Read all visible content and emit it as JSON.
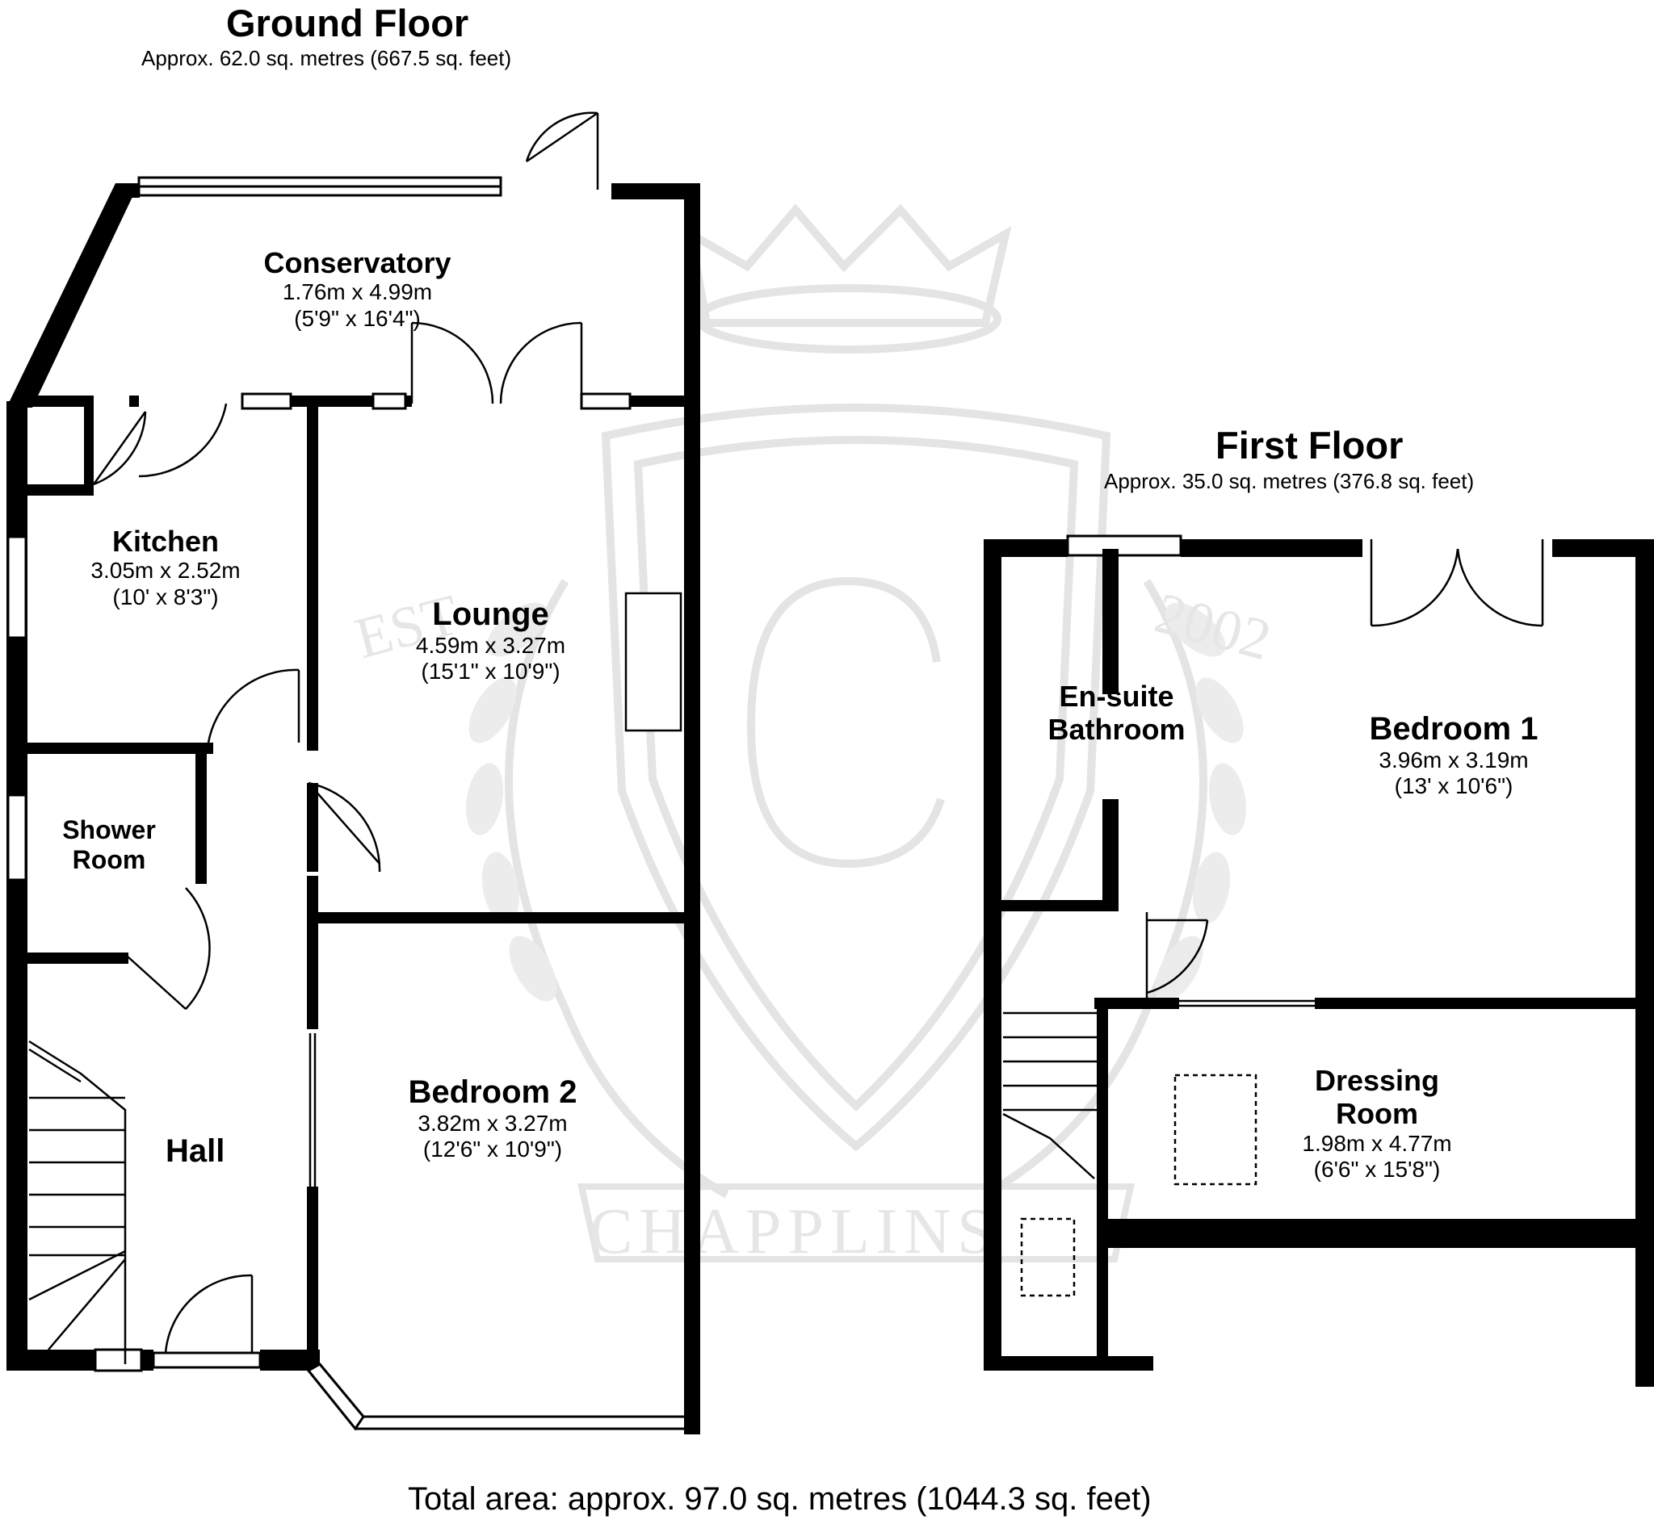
{
  "ground_floor": {
    "title": "Ground Floor",
    "area": "Approx. 62.0 sq. metres (667.5 sq. feet)",
    "rooms": {
      "conservatory": {
        "name": "Conservatory",
        "dim_m": "1.76m x 4.99m",
        "dim_ft": "(5'9\" x 16'4\")"
      },
      "kitchen": {
        "name": "Kitchen",
        "dim_m": "3.05m x 2.52m",
        "dim_ft": "(10' x 8'3\")"
      },
      "lounge": {
        "name": "Lounge",
        "dim_m": "4.59m x 3.27m",
        "dim_ft": "(15'1\" x 10'9\")"
      },
      "shower_room": {
        "name_line1": "Shower",
        "name_line2": "Room"
      },
      "hall": {
        "name": "Hall"
      },
      "bedroom2": {
        "name": "Bedroom 2",
        "dim_m": "3.82m x 3.27m",
        "dim_ft": "(12'6\" x 10'9\")"
      }
    }
  },
  "first_floor": {
    "title": "First Floor",
    "area": "Approx. 35.0 sq. metres (376.8 sq. feet)",
    "rooms": {
      "ensuite": {
        "name_line1": "En-suite",
        "name_line2": "Bathroom"
      },
      "bedroom1": {
        "name": "Bedroom 1",
        "dim_m": "3.96m x 3.19m",
        "dim_ft": "(13' x 10'6\")"
      },
      "dressing": {
        "name_line1": "Dressing",
        "name_line2": "Room",
        "dim_m": "1.98m x 4.77m",
        "dim_ft": "(6'6\" x 15'8\")"
      }
    }
  },
  "total_area": "Total area: approx. 97.0 sq. metres (1044.3 sq. feet)",
  "watermark": {
    "est": "EST",
    "year": "2002",
    "letter": "C",
    "brand": "CHAPPLINS"
  },
  "colors": {
    "wall": "#000000",
    "watermark": "#e6e6e6",
    "background": "#ffffff"
  }
}
